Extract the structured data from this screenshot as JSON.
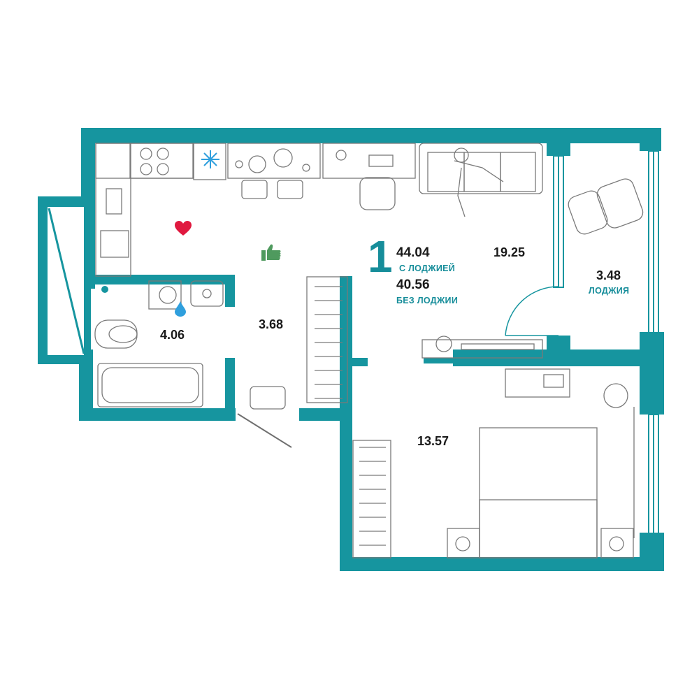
{
  "plan": {
    "rooms_count": "1",
    "total_with_loggia": "44.04",
    "total_with_loggia_caption": "С ЛОДЖИЕЙ",
    "total_without_loggia": "40.56",
    "total_without_loggia_caption": "БЕЗ ЛОДЖИИ"
  },
  "rooms": {
    "kitchen_living": "19.25",
    "bathroom": "4.06",
    "hallway": "3.68",
    "bedroom": "13.57",
    "loggia": "3.48",
    "loggia_caption": "ЛОДЖИЯ"
  },
  "icons": {
    "heart": "heart-icon",
    "thumb": "thumbs-up-icon",
    "drop": "water-drop-icon",
    "snow": "snowflake-icon"
  },
  "colors": {
    "wall": "#16959f",
    "accent_text": "#168d9a",
    "heart": "#e0193f",
    "thumb": "#4f9a5e",
    "drop": "#2f9fdd",
    "furniture_line": "#6f6f6f"
  }
}
